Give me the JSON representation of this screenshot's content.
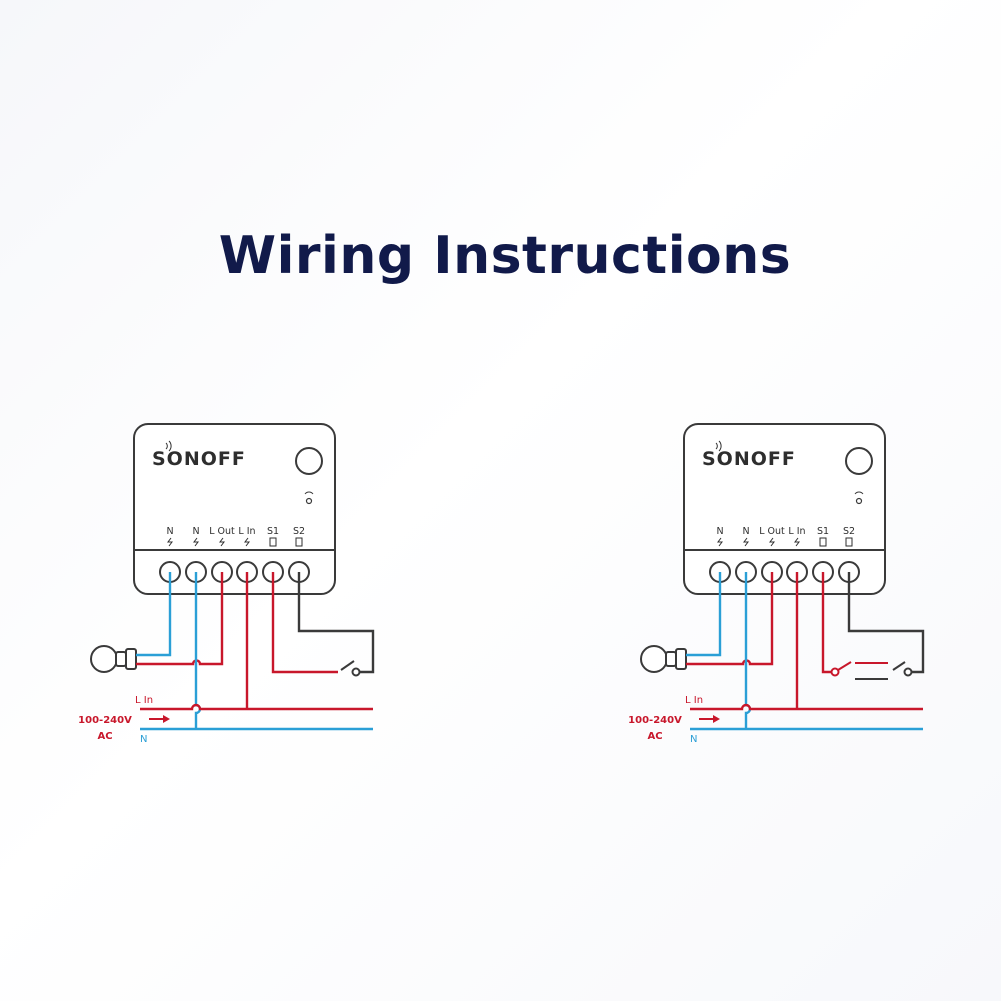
{
  "title": "Wiring Instructions",
  "colors": {
    "title": "#111a4a",
    "neutral": "#2a9fd6",
    "live": "#c8172b",
    "switch": "#3a3a3a",
    "outline": "#3a3a3a"
  },
  "diagrams": [
    {
      "brand": "SONOFF",
      "terminals": [
        "N",
        "N",
        "L Out",
        "L In",
        "S1",
        "S2"
      ],
      "line_in_label": "L In",
      "voltage_label": "100-240V",
      "ac_label": "AC",
      "neutral_label": "N",
      "switch_type": "single"
    },
    {
      "brand": "SONOFF",
      "terminals": [
        "N",
        "N",
        "L Out",
        "L In",
        "S1",
        "S2"
      ],
      "line_in_label": "L In",
      "voltage_label": "100-240V",
      "ac_label": "AC",
      "neutral_label": "N",
      "switch_type": "two-way"
    }
  ]
}
